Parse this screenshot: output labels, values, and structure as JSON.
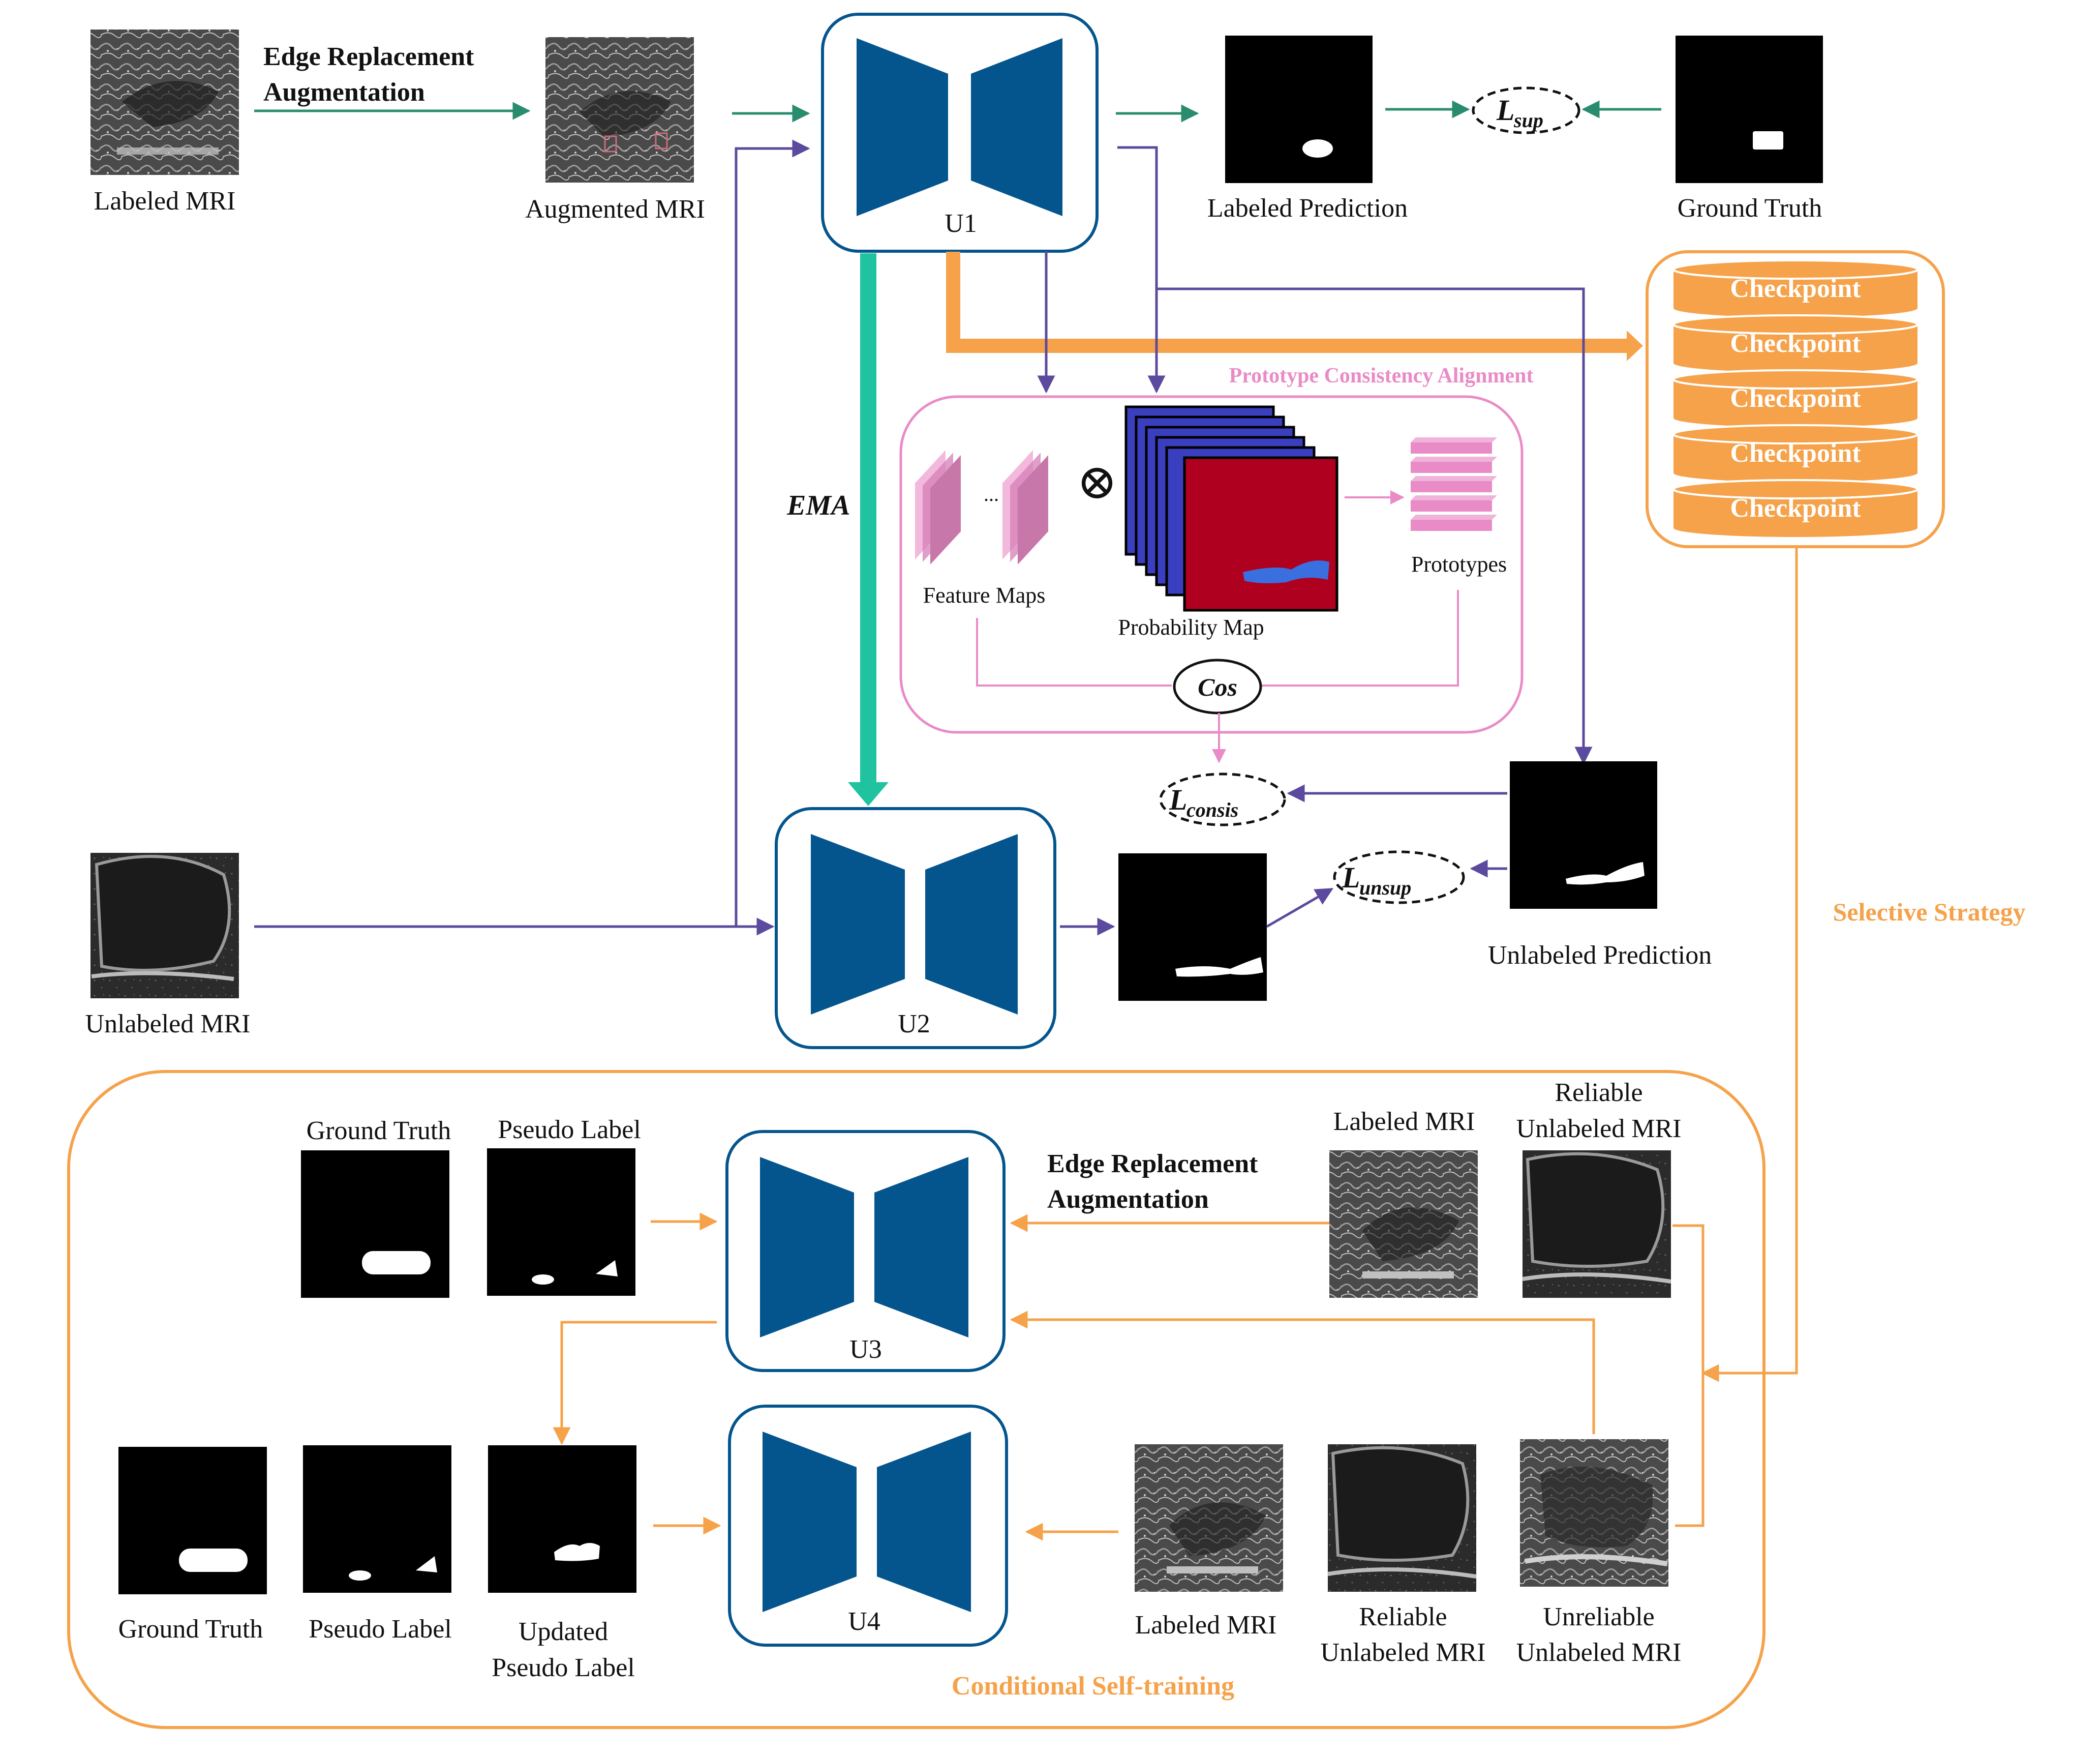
{
  "colors": {
    "unet": "#04558E",
    "green_arrow": "#2A8C6E",
    "purple_arrow": "#5B4A9E",
    "orange": "#F5A24A",
    "pink": "#E98BC6",
    "ema_arrow": "#1FC3A0",
    "prob_blue": "#3A3FC0",
    "prob_red": "#B00020"
  },
  "networks": {
    "u1": "U1",
    "u2": "U2",
    "u3": "U3",
    "u4": "U4"
  },
  "top": {
    "labeled_mri": "Labeled MRI",
    "edge_aug_line1": "Edge Replacement",
    "edge_aug_line2": "Augmentation",
    "augmented_mri": "Augmented MRI",
    "labeled_prediction": "Labeled Prediction",
    "ground_truth": "Ground Truth",
    "loss_sup_base": "L",
    "loss_sup_sub": "sup"
  },
  "checkpoints": {
    "items": [
      "Checkpoint",
      "Checkpoint",
      "Checkpoint",
      "Checkpoint",
      "Checkpoint"
    ]
  },
  "ema": "EMA",
  "proto": {
    "title": "Prototype Consistency Alignment",
    "feature_maps": "Feature Maps",
    "ellipsis": "...",
    "times": "⊗",
    "probability_map": "Probability Map",
    "prototypes": "Prototypes",
    "cos": "Cos"
  },
  "middle": {
    "loss_consis_base": "L",
    "loss_consis_sub": "consis",
    "loss_unsup_base": "L",
    "loss_unsup_sub": "unsup",
    "unlabeled_mri": "Unlabeled MRI",
    "unlabeled_prediction": "Unlabeled Prediction",
    "selective_strategy": "Selective Strategy"
  },
  "bottom": {
    "ground_truth_1": "Ground Truth",
    "pseudo_label_1": "Pseudo Label",
    "edge_aug_line1": "Edge Replacement",
    "edge_aug_line2": "Augmentation",
    "labeled_mri_1": "Labeled MRI",
    "reliable_line1": "Reliable",
    "reliable_line2": "Unlabeled MRI",
    "ground_truth_2": "Ground Truth",
    "pseudo_label_2": "Pseudo Label",
    "updated_line1": "Updated",
    "updated_line2": "Pseudo Label",
    "labeled_mri_2": "Labeled MRI",
    "reliable2_line1": "Reliable",
    "reliable2_line2": "Unlabeled MRI",
    "unreliable_line1": "Unreliable",
    "unreliable_line2": "Unlabeled MRI",
    "conditional": "Conditional Self-training"
  }
}
